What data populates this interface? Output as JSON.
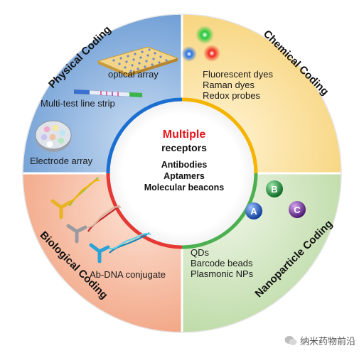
{
  "center": {
    "title": "Multiple",
    "subtitle": "receptors",
    "items": [
      "Antibodies",
      "Aptamers",
      "Molecular beacons"
    ]
  },
  "quadrants": {
    "physical": {
      "title": "Physical Coding",
      "items": [
        "optical array",
        "Multi-test line strip",
        "Electrode array"
      ]
    },
    "chemical": {
      "title": "Chemical Coding",
      "items": [
        "Fluorescent dyes",
        "Raman dyes",
        "Redox probes"
      ]
    },
    "biological": {
      "title": "Biological Coding",
      "items": [
        "Ab-DNA conjugate"
      ]
    },
    "nanoparticle": {
      "title": "Nanoparticle Coding",
      "items": [
        "QDs",
        "Barcode beads",
        "Plasmonic NPs"
      ],
      "spheres": [
        {
          "label": "A",
          "color": "#1e5fd0"
        },
        {
          "label": "B",
          "color": "#1f9d3a"
        },
        {
          "label": "C",
          "color": "#7a2ba8"
        }
      ]
    }
  },
  "watermark": "纳米药物前沿",
  "colors": {
    "physical_bg": "#7aa6d9",
    "chemical_bg": "#f7d98a",
    "biological_bg": "#f3b39a",
    "nanoparticle_bg": "#cfe3bd",
    "ring_blue": "#1b6fd1",
    "ring_yellow": "#f4b400",
    "ring_green": "#4caf50",
    "ring_red": "#e53935",
    "accent_red": "#e8141b"
  },
  "icons": [
    "chip-array-icon",
    "test-strip-icon",
    "electrode-array-icon",
    "dye-dots-icon",
    "dna-helix-icon",
    "antibody-icon",
    "nanoparticle-sphere-icon",
    "wechat-icon"
  ]
}
